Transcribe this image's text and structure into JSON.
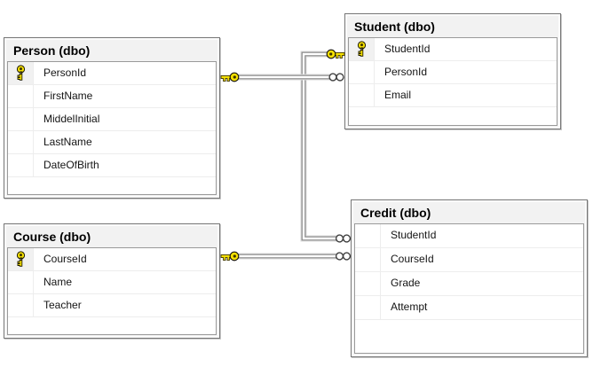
{
  "diagram": {
    "type": "database-diagram",
    "background": "#ffffff",
    "tables": [
      {
        "key": "person",
        "title": "Person (dbo)",
        "columns": [
          {
            "name": "PersonId",
            "pk": true
          },
          {
            "name": "FirstName",
            "pk": false
          },
          {
            "name": "MiddelInitial",
            "pk": false
          },
          {
            "name": "LastName",
            "pk": false
          },
          {
            "name": "DateOfBirth",
            "pk": false
          }
        ]
      },
      {
        "key": "student",
        "title": "Student (dbo)",
        "columns": [
          {
            "name": "StudentId",
            "pk": true
          },
          {
            "name": "PersonId",
            "pk": false
          },
          {
            "name": "Email",
            "pk": false
          }
        ]
      },
      {
        "key": "course",
        "title": "Course (dbo)",
        "columns": [
          {
            "name": "CourseId",
            "pk": true
          },
          {
            "name": "Name",
            "pk": false
          },
          {
            "name": "Teacher",
            "pk": false
          }
        ]
      },
      {
        "key": "credit",
        "title": "Credit (dbo)",
        "columns": [
          {
            "name": "StudentId",
            "pk": false
          },
          {
            "name": "CourseId",
            "pk": false
          },
          {
            "name": "Grade",
            "pk": false
          },
          {
            "name": "Attempt",
            "pk": false
          }
        ]
      }
    ],
    "relationships": [
      {
        "id": "fk-student-person",
        "one": {
          "table": "Person",
          "column": "PersonId",
          "symbol": "key"
        },
        "many": {
          "table": "Student",
          "column": "PersonId",
          "symbol": "infinity"
        }
      },
      {
        "id": "fk-credit-student",
        "one": {
          "table": "Student",
          "column": "StudentId",
          "symbol": "key"
        },
        "many": {
          "table": "Credit",
          "column": "StudentId",
          "symbol": "infinity"
        }
      },
      {
        "id": "fk-credit-course",
        "one": {
          "table": "Course",
          "column": "CourseId",
          "symbol": "key"
        },
        "many": {
          "table": "Credit",
          "column": "CourseId",
          "symbol": "infinity"
        }
      }
    ],
    "colors": {
      "key_icon_fill": "#f5e000",
      "key_icon_stroke": "#3c3300",
      "pipe_dark": "#878787",
      "pipe_light": "#dadada",
      "pipe_core": "#ffffff",
      "infinity_stroke": "#3f3f3f",
      "window_frame": "#767676",
      "header_bg": "#f2f2f2",
      "grid_border": "#9a9a9a",
      "row_divider": "#ededed"
    }
  }
}
